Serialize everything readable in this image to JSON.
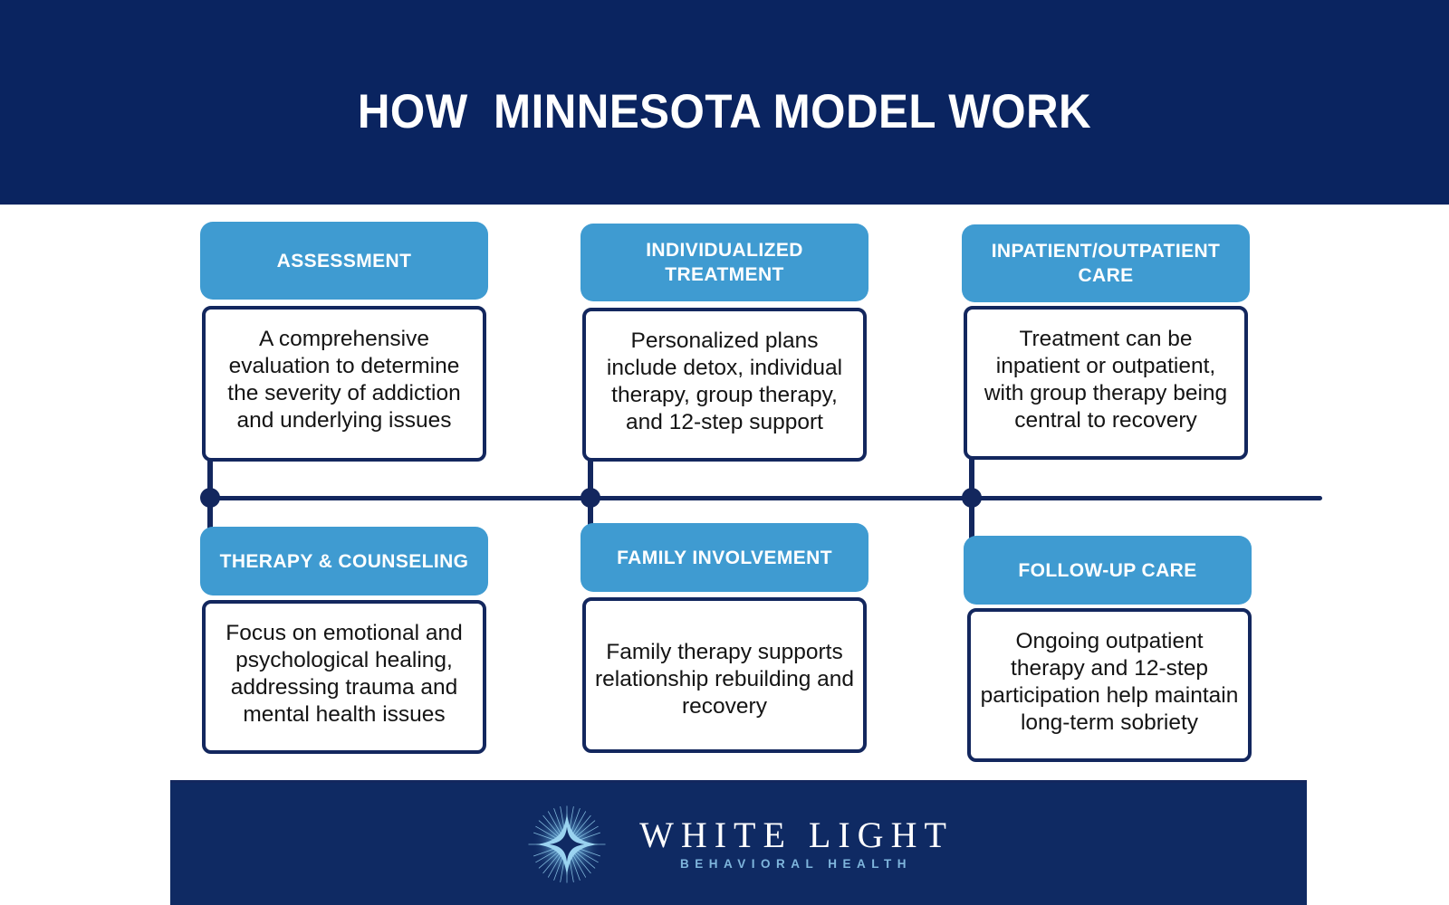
{
  "header": {
    "title": "HOW  MINNESOTA MODEL WORK",
    "background_color": "#0a2460",
    "title_color": "#ffffff"
  },
  "theme": {
    "navy": "#0a2460",
    "outline_navy": "#13275e",
    "card_blue": "#3f9bd1",
    "page_background": "#ffffff",
    "body_text": "#141414",
    "logo_accent": "#7fb6dd"
  },
  "timeline": {
    "dot_count": 3,
    "line_color": "#13275e",
    "dot_color": "#13275e"
  },
  "cards": [
    {
      "id": "assessment",
      "title": "ASSESSMENT",
      "body": "A comprehensive evaluation to determine the severity of addiction and underlying issues",
      "row": "top",
      "column": 1
    },
    {
      "id": "individualized-treatment",
      "title": "INDIVIDUALIZED TREATMENT",
      "body": "Personalized plans include detox, individual therapy, group therapy, and 12-step support",
      "row": "top",
      "column": 2
    },
    {
      "id": "inpatient-outpatient-care",
      "title": "INPATIENT/OUTPATIENT CARE",
      "body": "Treatment can be inpatient or outpatient, with group therapy being central to recovery",
      "row": "top",
      "column": 3
    },
    {
      "id": "therapy-and-counseling",
      "title": "THERAPY & COUNSELING",
      "body": "Focus on emotional and psychological healing, addressing trauma and mental health issues",
      "row": "bottom",
      "column": 1
    },
    {
      "id": "family-involvement",
      "title": "FAMILY INVOLVEMENT",
      "body": "Family therapy supports relationship rebuilding and recovery",
      "row": "bottom",
      "column": 2
    },
    {
      "id": "follow-up-care",
      "title": "FOLLOW-UP CARE",
      "body": "Ongoing outpatient therapy and 12-step participation help maintain long-term sobriety",
      "row": "bottom",
      "column": 3
    }
  ],
  "footer": {
    "logo_icon": "starburst-light-icon",
    "brand_name": "WHITE LIGHT",
    "tagline": "BEHAVIORAL HEALTH",
    "background_color": "#0f2a63"
  }
}
